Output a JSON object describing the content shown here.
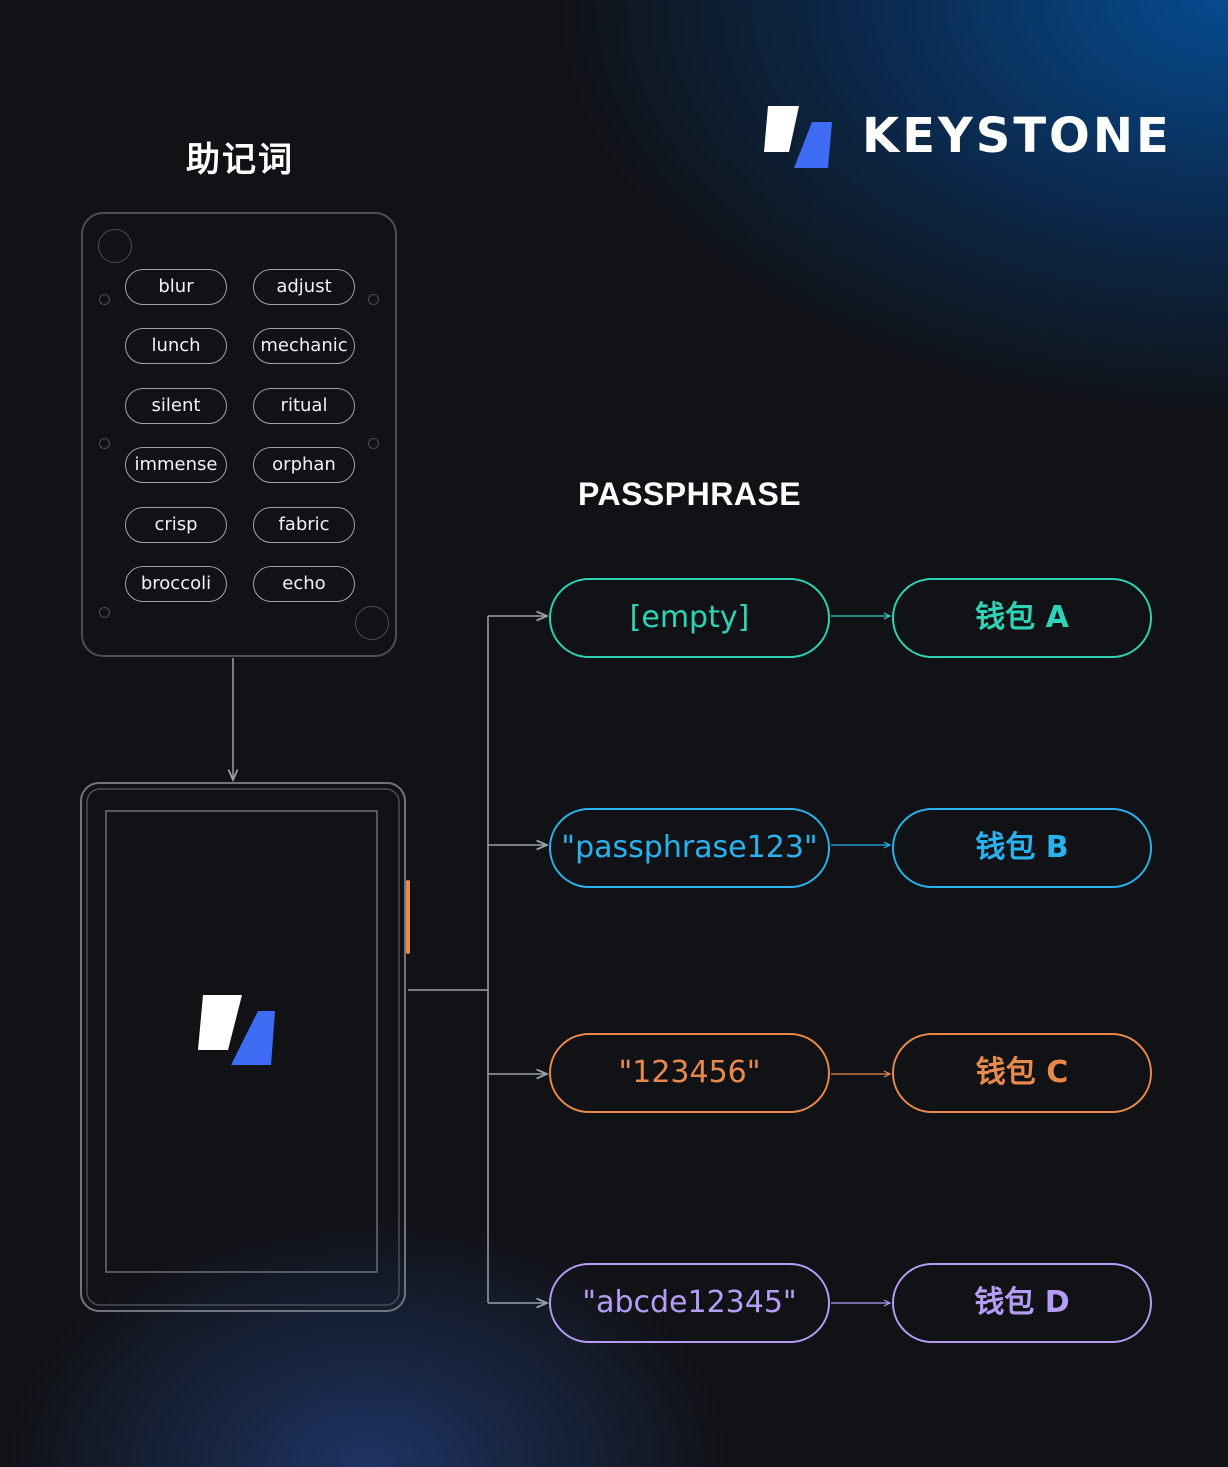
{
  "colors": {
    "teal": "#2ed3b7",
    "blue": "#29b3ee",
    "orange": "#e88a4b",
    "purple": "#b59cf5",
    "brand_white": "#ffffff",
    "brand_blue": "#3f6cf5"
  },
  "mnemonic": {
    "title": "助记词",
    "words": [
      "blur",
      "adjust",
      "lunch",
      "mechanic",
      "silent",
      "ritual",
      "immense",
      "orphan",
      "crisp",
      "fabric",
      "broccoli",
      "echo"
    ]
  },
  "brand": {
    "name": "KEYSTONE",
    "logo_icon": "keystone-logo-icon"
  },
  "passphrase": {
    "title": "PASSPHRASE",
    "rows": [
      {
        "passphrase": "[empty]",
        "wallet": "钱包 A",
        "color": "#2ed3b7"
      },
      {
        "passphrase": "\"passphrase123\"",
        "wallet": "钱包 B",
        "color": "#29b3ee"
      },
      {
        "passphrase": "\"123456\"",
        "wallet": "钱包 C",
        "color": "#e88a4b"
      },
      {
        "passphrase": "\"abcde12345\"",
        "wallet": "钱包 D",
        "color": "#b59cf5"
      }
    ]
  }
}
